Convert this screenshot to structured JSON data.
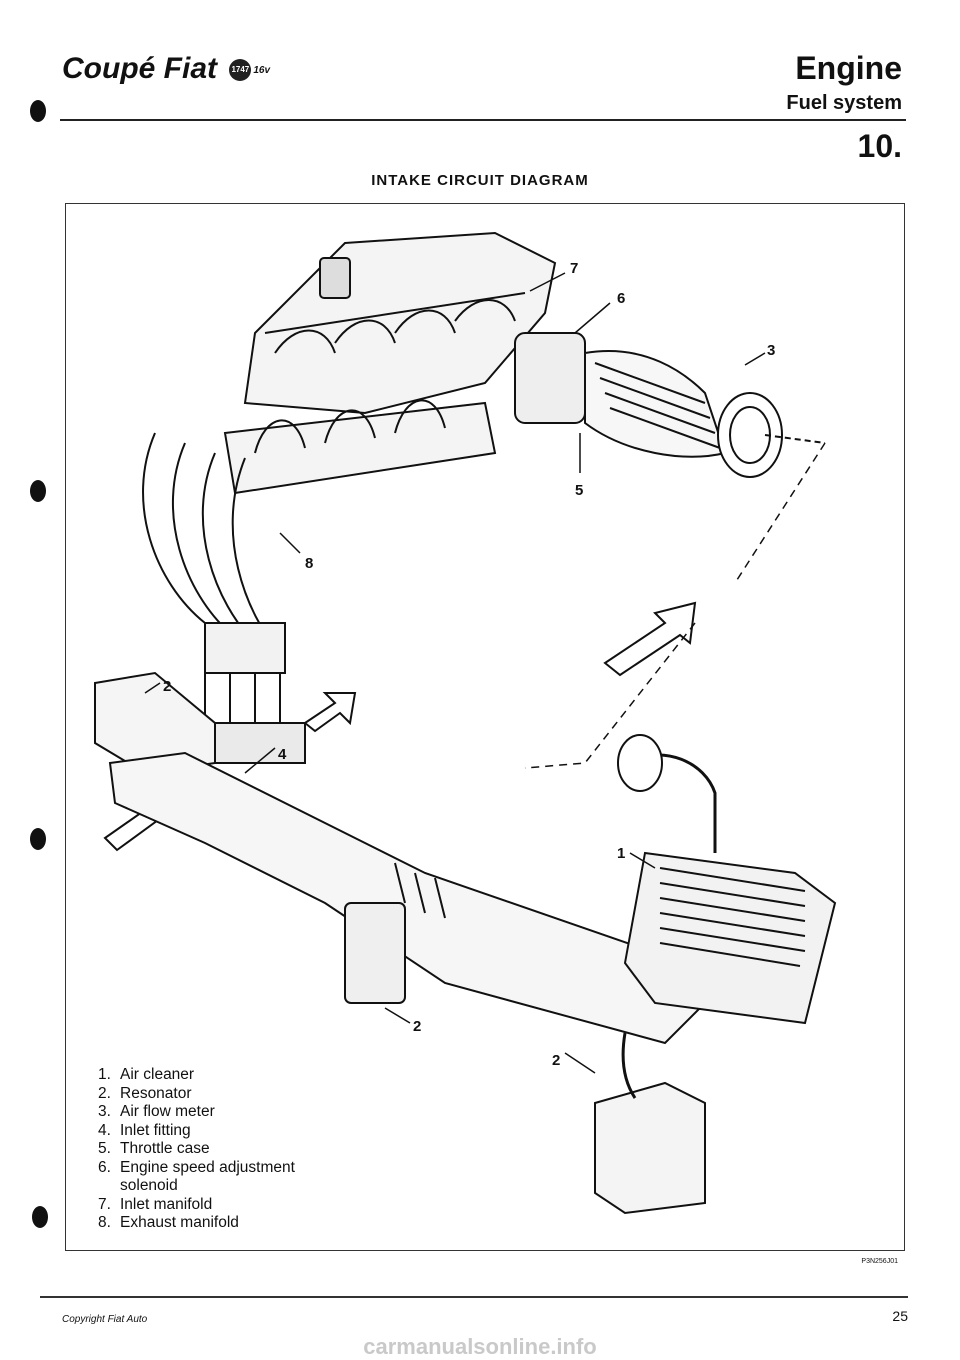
{
  "header": {
    "brand": "Coupé Fiat",
    "badge": "1747",
    "badge_sub": "16v",
    "chapter": "Engine",
    "subtitle": "Fuel system",
    "section_number": "10."
  },
  "diagram": {
    "title": "INTAKE CIRCUIT DIAGRAM",
    "callouts": [
      "7",
      "6",
      "3",
      "5",
      "8",
      "2",
      "4",
      "1",
      "2",
      "2"
    ],
    "legend": [
      {
        "num": "1.",
        "text": "Air cleaner"
      },
      {
        "num": "2.",
        "text": "Resonator"
      },
      {
        "num": "3.",
        "text": "Air flow meter"
      },
      {
        "num": "4.",
        "text": "Inlet fitting"
      },
      {
        "num": "5.",
        "text": "Throttle case"
      },
      {
        "num": "6.",
        "text": "Engine speed adjustment solenoid"
      },
      {
        "num": "7.",
        "text": "Inlet manifold"
      },
      {
        "num": "8.",
        "text": "Exhaust manifold"
      }
    ],
    "figure_code": "P3N256J01"
  },
  "footer": {
    "copyright": "Copyright Fiat Auto",
    "page_number": "25",
    "watermark": "carmanualsonline.info"
  }
}
